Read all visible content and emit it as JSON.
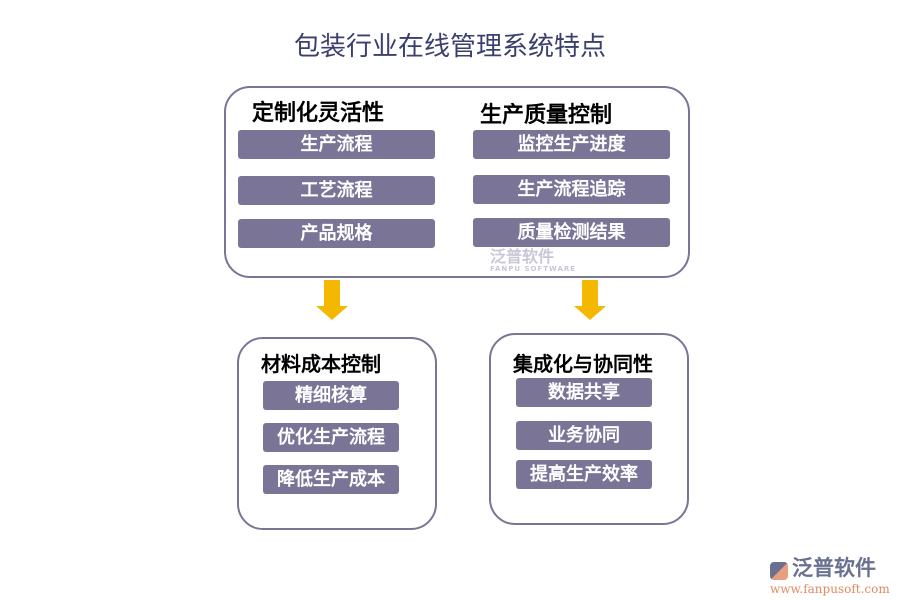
{
  "title": "包装行业在线管理系统特点",
  "top_panel": {
    "left": {
      "heading": "定制化灵活性",
      "items": [
        "生产流程",
        "工艺流程",
        "产品规格"
      ]
    },
    "right": {
      "heading": "生产质量控制",
      "items": [
        "监控生产进度",
        "生产流程追踪",
        "质量检测结果"
      ]
    }
  },
  "bottom_left": {
    "heading": "材料成本控制",
    "items": [
      "精细核算",
      "优化生产流程",
      "降低生产成本"
    ]
  },
  "bottom_right": {
    "heading": "集成化与协同性",
    "items": [
      "数据共享",
      "业务协同",
      "提高生产效率"
    ]
  },
  "watermark": {
    "name": "泛普软件",
    "sub": "FANPU SOFTWARE"
  },
  "logo": {
    "name": "泛普软件",
    "url": "www.fanpusoft.com"
  },
  "colors": {
    "item_bg": "#7a7597",
    "arrow": "#f5b800",
    "title": "#3a3f6e"
  }
}
